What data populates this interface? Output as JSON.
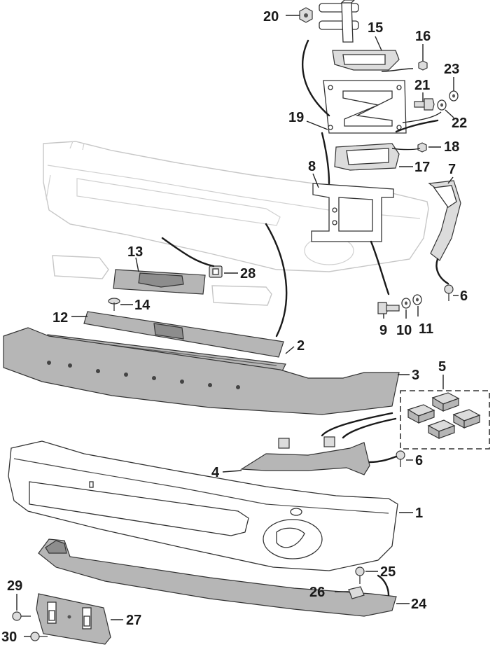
{
  "parts": [
    {
      "id": "20",
      "label": "20"
    },
    {
      "id": "15",
      "label": "15"
    },
    {
      "id": "16",
      "label": "16"
    },
    {
      "id": "23",
      "label": "23"
    },
    {
      "id": "21",
      "label": "21"
    },
    {
      "id": "22",
      "label": "22"
    },
    {
      "id": "19",
      "label": "19"
    },
    {
      "id": "18",
      "label": "18"
    },
    {
      "id": "17",
      "label": "17"
    },
    {
      "id": "8",
      "label": "8"
    },
    {
      "id": "7",
      "label": "7"
    },
    {
      "id": "28",
      "label": "28"
    },
    {
      "id": "13",
      "label": "13"
    },
    {
      "id": "14",
      "label": "14"
    },
    {
      "id": "6a",
      "label": "6"
    },
    {
      "id": "9",
      "label": "9"
    },
    {
      "id": "10",
      "label": "10"
    },
    {
      "id": "11",
      "label": "11"
    },
    {
      "id": "12",
      "label": "12"
    },
    {
      "id": "2",
      "label": "2"
    },
    {
      "id": "3",
      "label": "3"
    },
    {
      "id": "5",
      "label": "5"
    },
    {
      "id": "4",
      "label": "4"
    },
    {
      "id": "6b",
      "label": "6"
    },
    {
      "id": "1",
      "label": "1"
    },
    {
      "id": "25",
      "label": "25"
    },
    {
      "id": "26",
      "label": "26"
    },
    {
      "id": "24",
      "label": "24"
    },
    {
      "id": "29",
      "label": "29"
    },
    {
      "id": "27",
      "label": "27"
    },
    {
      "id": "30",
      "label": "30"
    }
  ]
}
